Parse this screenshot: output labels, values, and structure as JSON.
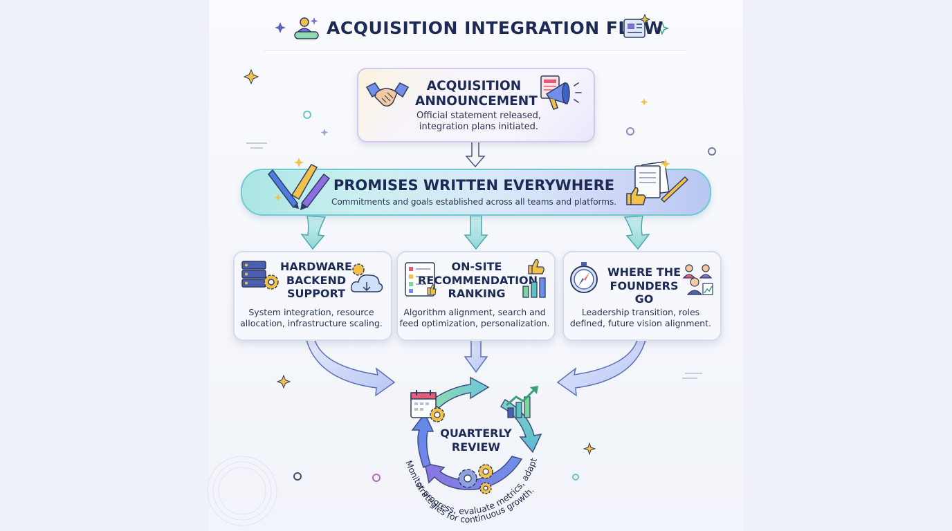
{
  "title": "ACQUISITION INTEGRATION FLOW",
  "announcement": {
    "title_line1": "ACQUISITION",
    "title_line2": "ANNOUNCEMENT",
    "desc_line1": "Official statement released,",
    "desc_line2": "integration plans initiated."
  },
  "promises": {
    "title": "PROMISES WRITTEN EVERYWHERE",
    "desc": "Commitments and goals established across all teams and platforms."
  },
  "cards": [
    {
      "title_lines": [
        "HARDWARE",
        "BACKEND",
        "SUPPORT"
      ],
      "desc_lines": [
        "System integration, resource",
        "allocation, infrastructure scaling."
      ]
    },
    {
      "title_lines": [
        "ON-SITE",
        "RECOMMENDATION",
        "RANKING"
      ],
      "desc_lines": [
        "Algorithm alignment, search and",
        "feed optimization, personalization."
      ]
    },
    {
      "title_lines": [
        "WHERE THE",
        "FOUNDERS GO"
      ],
      "desc_lines": [
        "Leadership transition, roles",
        "defined, future vision alignment."
      ]
    }
  ],
  "review": {
    "title_line1": "QUARTERLY",
    "title_line2": "REVIEW",
    "curved_line1": "Monitor progress, evaluate metrics, adapt",
    "curved_line2": "strategies for continuous growth."
  },
  "icons": [
    "sparkle-icon",
    "user-badge-icon",
    "document-icon",
    "handshake-icon",
    "megaphone-icon",
    "pens-icon",
    "papers-thumbs-up-icon",
    "server-gear-icon",
    "cloud-icon",
    "checklist-icon",
    "bar-chart-icon",
    "thumbs-up-icon",
    "compass-icon",
    "people-icon",
    "calendar-icon",
    "gears-icon",
    "trend-chart-icon"
  ],
  "colors": {
    "title": "#1d2a55",
    "banner_border": "#6fc9d0",
    "arrow_teal": "#5fc2c3",
    "arrow_blue": "#7b97e0",
    "cycle_green": "#7cd39c",
    "cycle_blue": "#5e88e8",
    "cycle_purple": "#8a76e0"
  }
}
